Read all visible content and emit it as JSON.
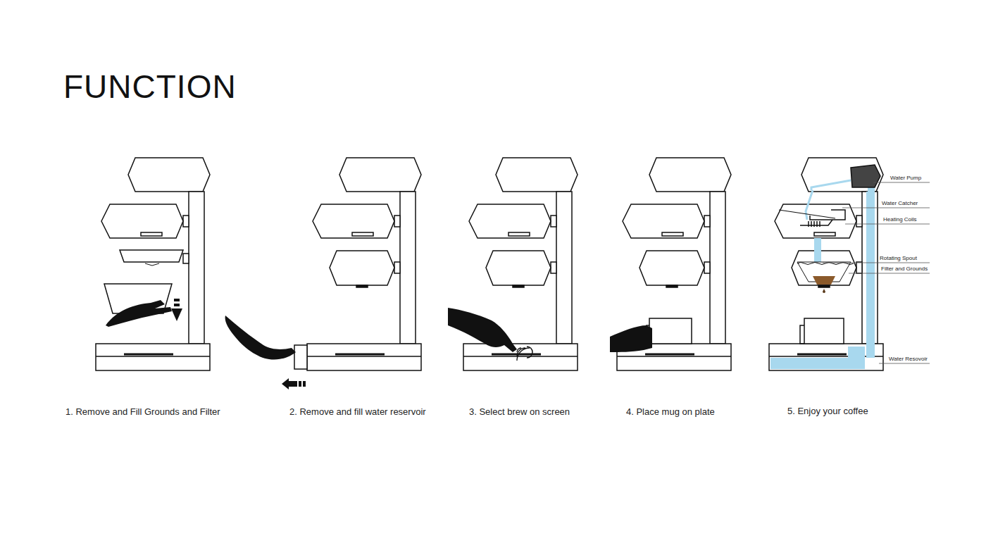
{
  "diagram": {
    "title": "FUNCTION",
    "labels": [
      "1. Remove and Fill Grounds and Filter",
      "2. Remove and fill water reservoir",
      "3. Select brew on screen",
      "4. Place mug on plate",
      "5. Enjoy your coffee",
      "Water Pump",
      "Water Catcher",
      "Heating Coils",
      "Rotating Spout",
      "Filter and Grounds",
      "Water Resovoir"
    ]
  }
}
